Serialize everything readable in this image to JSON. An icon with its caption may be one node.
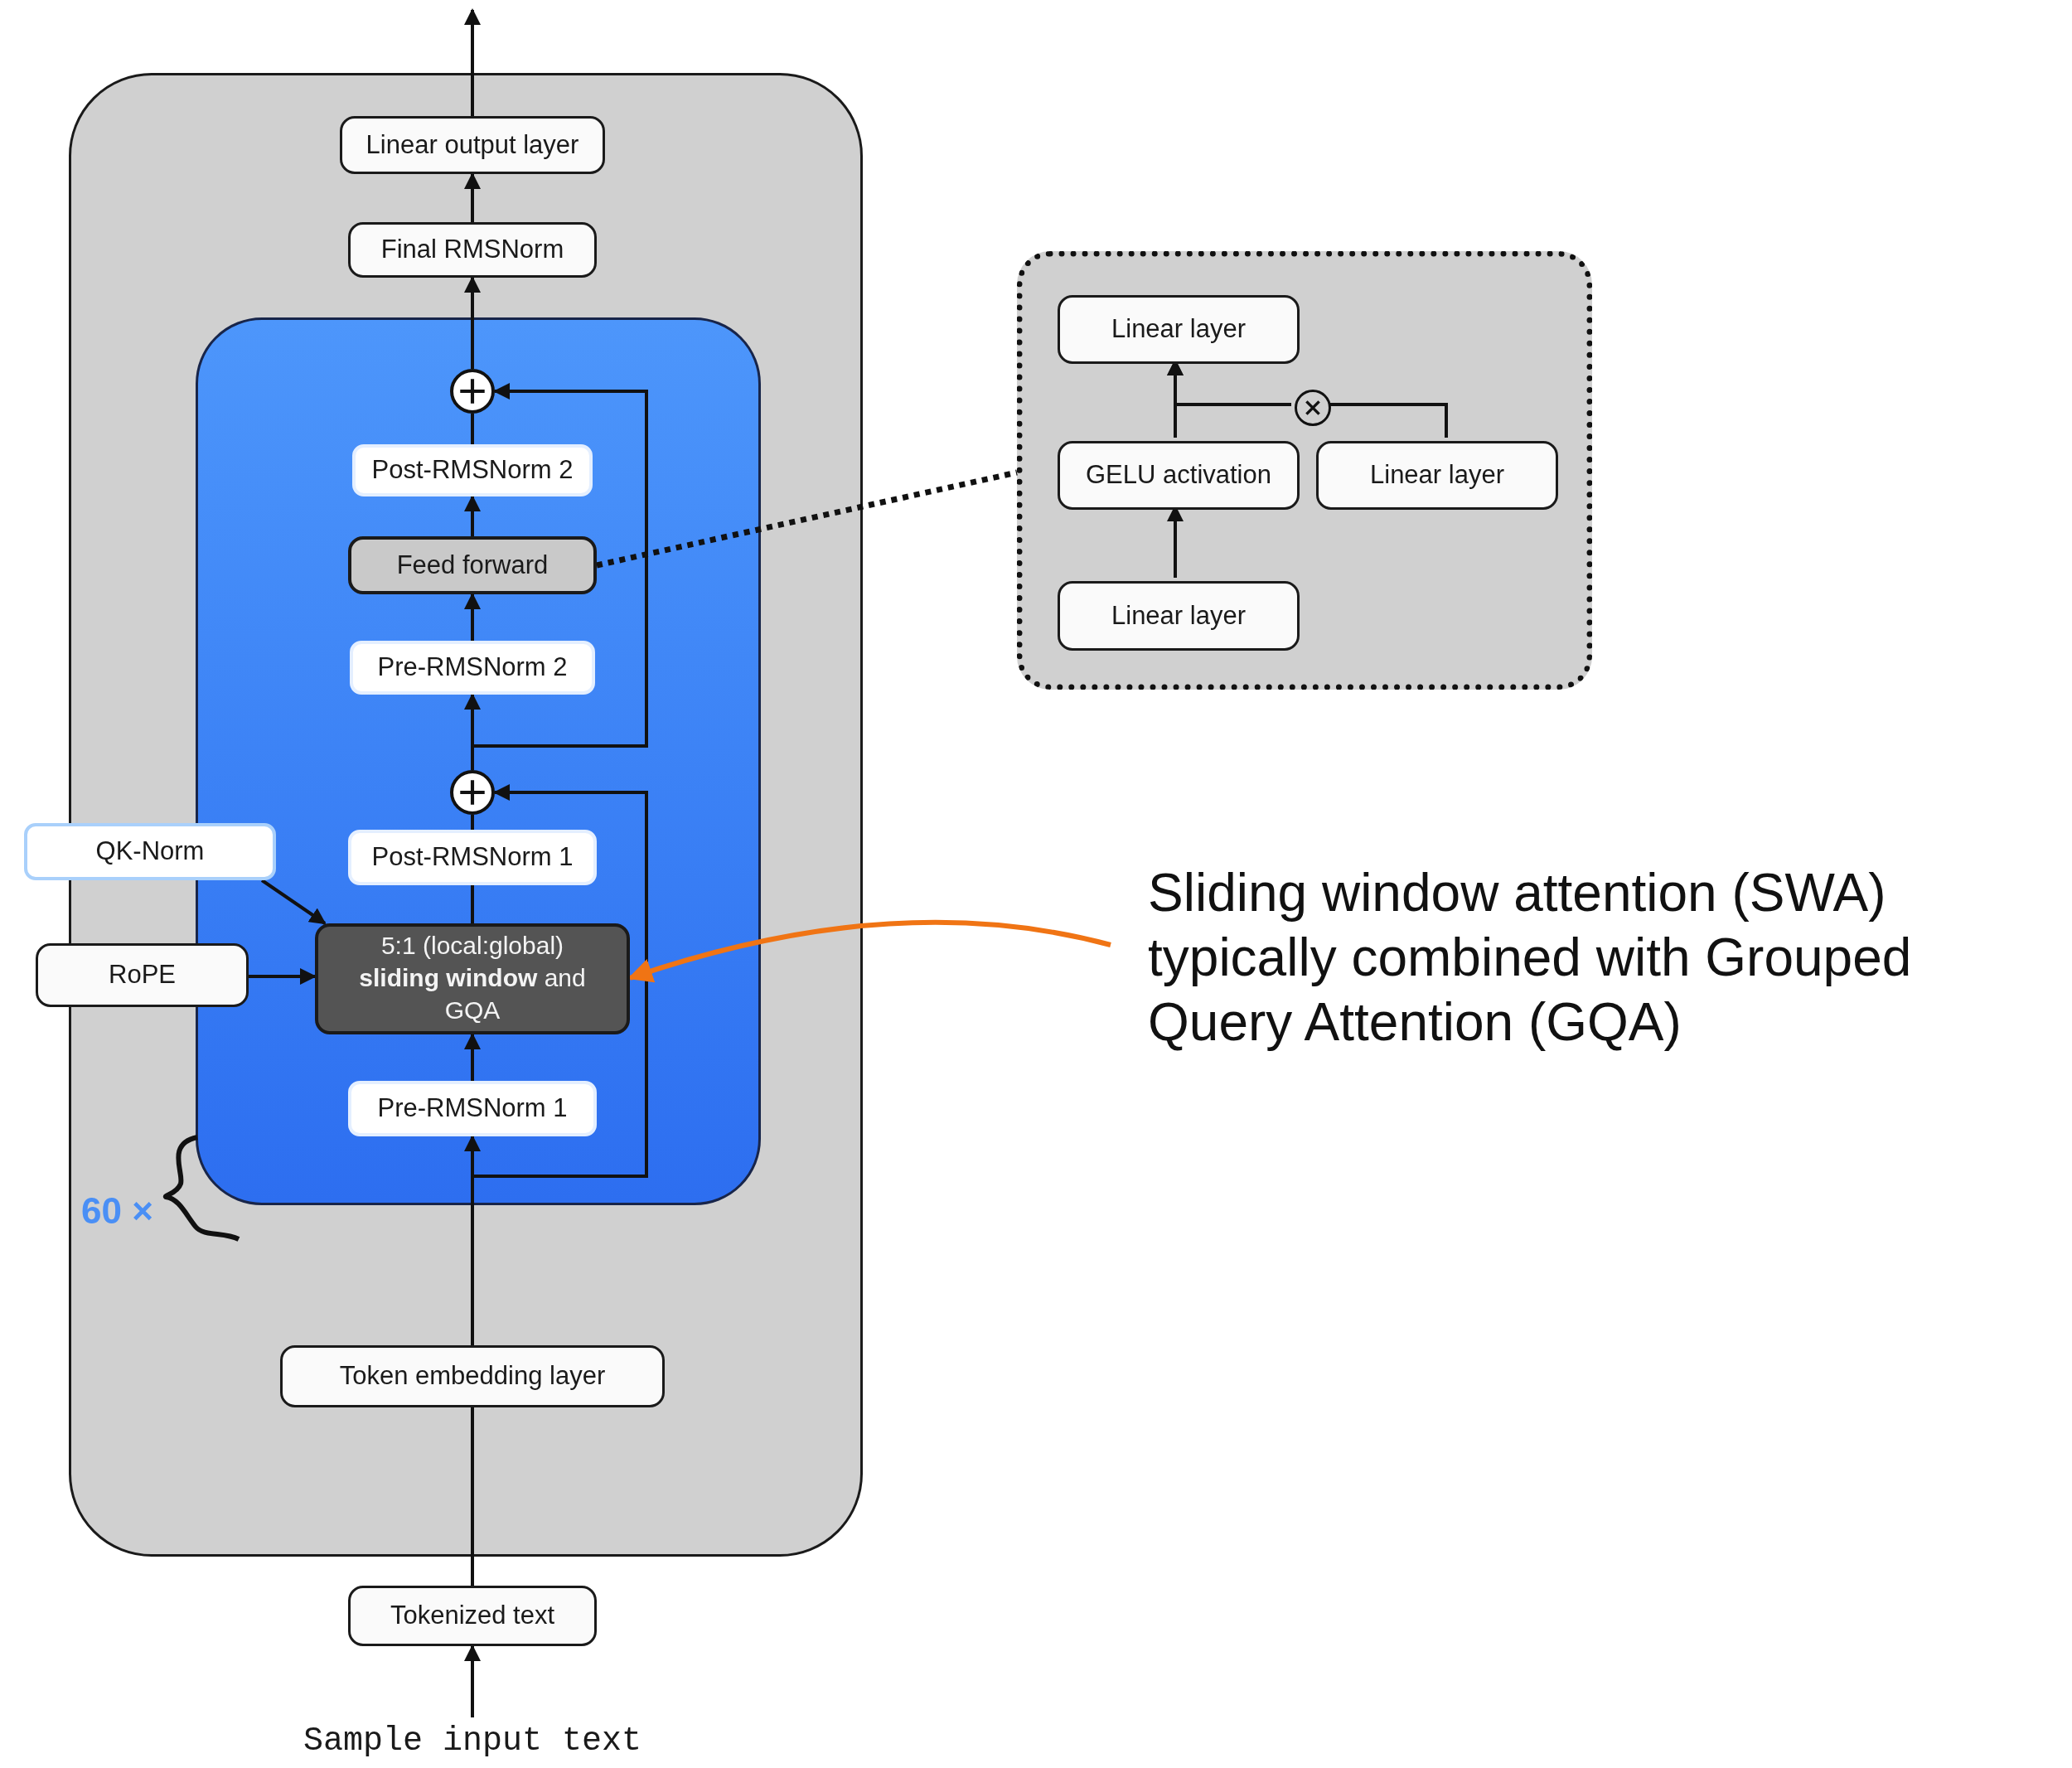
{
  "diagram": {
    "nodes": [
      {
        "text": [],
        "shape": "box"
      },
      {
        "text": [
          "Linear output layer"
        ],
        "in": 0
      },
      {
        "text": [
          "Final RMSNorm"
        ],
        "in": 0
      },
      {
        "text": [],
        "shape": "box",
        "in": 0,
        "beside": [
          "60 ×"
        ]
      },
      {
        "text": [],
        "shape": "circle",
        "in": 3
      },
      {
        "text": [
          "Post-RMSNorm 2"
        ],
        "in": 3
      },
      {
        "text": [
          "Feed forward"
        ],
        "in": 3
      },
      {
        "text": [
          "Pre-RMSNorm 2"
        ],
        "in": 3
      },
      {
        "text": [],
        "shape": "circle",
        "in": 3
      },
      {
        "text": [
          "Post-RMSNorm 1"
        ],
        "in": 3
      },
      {
        "text": [
          "5:1 (local:global) **sliding window** and GQA"
        ],
        "in": 3
      },
      {
        "text": [
          "Pre-RMSNorm 1"
        ],
        "in": 3
      },
      {
        "text": [
          "QK-Norm"
        ]
      },
      {
        "text": [
          "RoPE"
        ]
      },
      {
        "text": [
          "Token embedding layer"
        ],
        "in": 0
      },
      {
        "text": [
          "Tokenized text"
        ]
      },
      {
        "text": [
          "Sample input text"
        ]
      },
      {
        "text": [],
        "shape": "box"
      },
      {
        "text": [
          "Linear layer"
        ],
        "in": 17
      },
      {
        "text": [
          "GELU activation"
        ],
        "in": 17
      },
      {
        "text": [
          "Linear layer"
        ],
        "in": 17
      },
      {
        "text": [
          "Linear layer"
        ],
        "in": 17
      },
      {
        "text": [],
        "shape": "circle",
        "in": 17
      },
      {
        "text": [
          "Sliding window attention (SWA) typically combined with Grouped Query Attention (GQA)"
        ]
      }
    ],
    "edges": [
      {
        "from": 16,
        "to": 15,
        "arrow": "to"
      },
      {
        "from": 15,
        "to": 14,
        "arrow": "none"
      },
      {
        "from": 14,
        "to": 11,
        "arrow": "to"
      },
      {
        "from": 14,
        "to": 8,
        "arrow": "to"
      },
      {
        "from": 11,
        "to": 10,
        "arrow": "to"
      },
      {
        "from": 10,
        "to": 9,
        "arrow": "none"
      },
      {
        "from": 9,
        "to": 8,
        "arrow": "none"
      },
      {
        "from": 8,
        "to": 7,
        "arrow": "to"
      },
      {
        "from": 8,
        "to": 4,
        "arrow": "to"
      },
      {
        "from": 7,
        "to": 6,
        "arrow": "to"
      },
      {
        "from": 6,
        "to": 5,
        "arrow": "to"
      },
      {
        "from": 5,
        "to": 4,
        "arrow": "none"
      },
      {
        "from": 4,
        "to": 2,
        "arrow": "to"
      },
      {
        "from": 2,
        "to": 1,
        "arrow": "to"
      },
      {
        "from": 1,
        "to": null,
        "arrow": "to"
      },
      {
        "from": 12,
        "to": 10,
        "arrow": "to"
      },
      {
        "from": 13,
        "to": 10,
        "arrow": "to"
      },
      {
        "from": 6,
        "to": 17,
        "arrow": "none",
        "style": "dashed"
      },
      {
        "from": 21,
        "to": 19,
        "arrow": "to"
      },
      {
        "from": 19,
        "to": 18,
        "arrow": "to"
      },
      {
        "from": 20,
        "to": 22,
        "arrow": "none"
      },
      {
        "from": 22,
        "to": 18,
        "arrow": "to"
      },
      {
        "from": 23,
        "to": 10,
        "arrow": "to",
        "color": "#f07414"
      }
    ]
  }
}
